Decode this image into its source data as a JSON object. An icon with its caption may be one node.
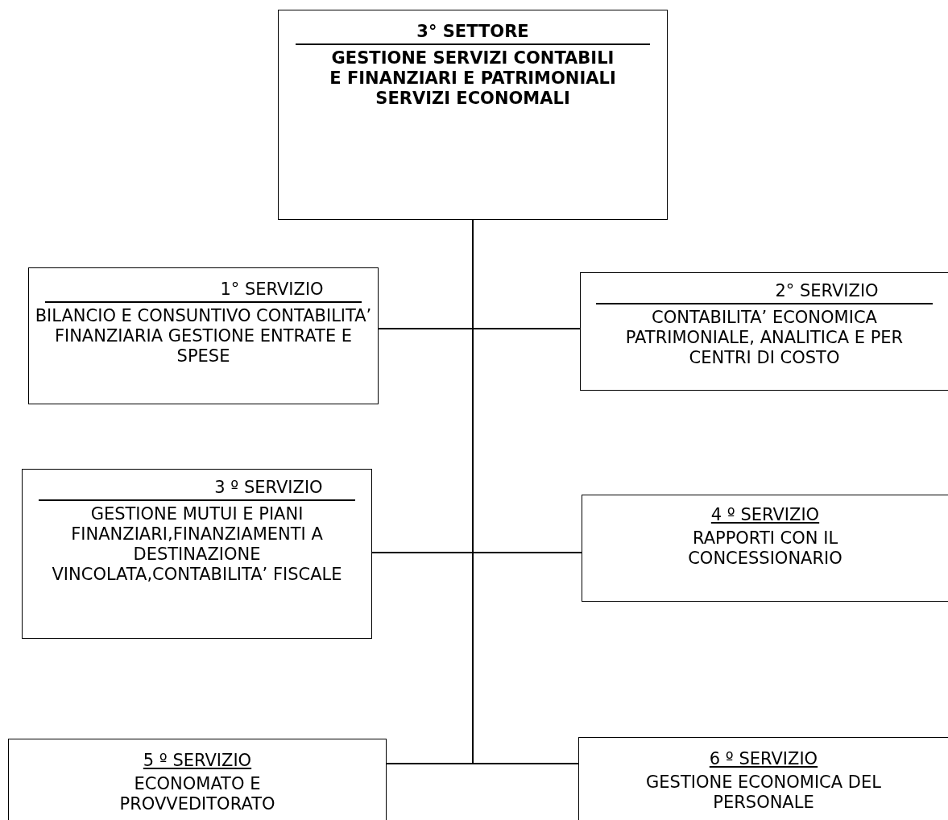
{
  "diagram": {
    "nodes": [
      {
        "text": [
          "3° SETTORE",
          "GESTIONE SERVIZI CONTABILI E FINANZIARI E PATRIMONIALI SERVIZI ECONOMALI"
        ]
      },
      {
        "text": [
          "1° SERVIZIO",
          "BILANCIO E CONSUNTIVO CONTABILITA’ FINANZIARIA GESTIONE ENTRATE E SPESE"
        ]
      },
      {
        "text": [
          "2° SERVIZIO",
          "CONTABILITA’ ECONOMICA PATRIMONIALE, ANALITICA E PER CENTRI DI COSTO"
        ]
      },
      {
        "text": [
          "3 º SERVIZIO",
          "GESTIONE MUTUI E PIANI FINANZIARI,FINANZIAMENTI A DESTINAZIONE VINCOLATA,CONTABILITA’ FISCALE"
        ]
      },
      {
        "text": [
          "4 º SERVIZIO",
          "RAPPORTI CON IL CONCESSIONARIO"
        ]
      },
      {
        "text": [
          "5 º SERVIZIO",
          "ECONOMATO E PROVVEDITORATO"
        ]
      },
      {
        "text": [
          "6 º SERVIZIO",
          "GESTIONE ECONOMICA DEL PERSONALE"
        ]
      }
    ],
    "edges": [
      {
        "from": 0,
        "to": 1,
        "arrow": "none"
      },
      {
        "from": 0,
        "to": 2,
        "arrow": "none"
      },
      {
        "from": 0,
        "to": 3,
        "arrow": "none"
      },
      {
        "from": 0,
        "to": 4,
        "arrow": "none"
      },
      {
        "from": 0,
        "to": 5,
        "arrow": "none"
      },
      {
        "from": 0,
        "to": 6,
        "arrow": "none"
      }
    ]
  }
}
